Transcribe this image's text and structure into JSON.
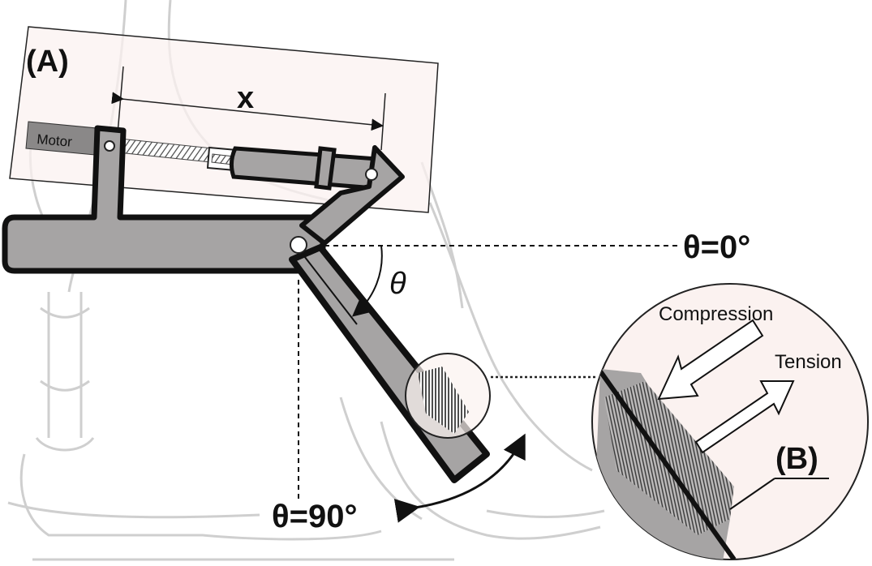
{
  "labels": {
    "panel_a": "(A)",
    "distance": "x",
    "motor": "Motor",
    "angle": "θ",
    "theta_zero": "θ=0°",
    "theta_ninety": "θ=90°",
    "compression": "Compression",
    "tension": "Tension",
    "panel_b": "(B)"
  },
  "colors": {
    "link_fill": "#a6a4a4",
    "link_stroke": "#111111",
    "panel_fill": "#fbf2f0",
    "chair_sketch": "#cfcfcf",
    "motor_fill": "#8a8888",
    "magnifier_fill": "#fbf2f0"
  }
}
